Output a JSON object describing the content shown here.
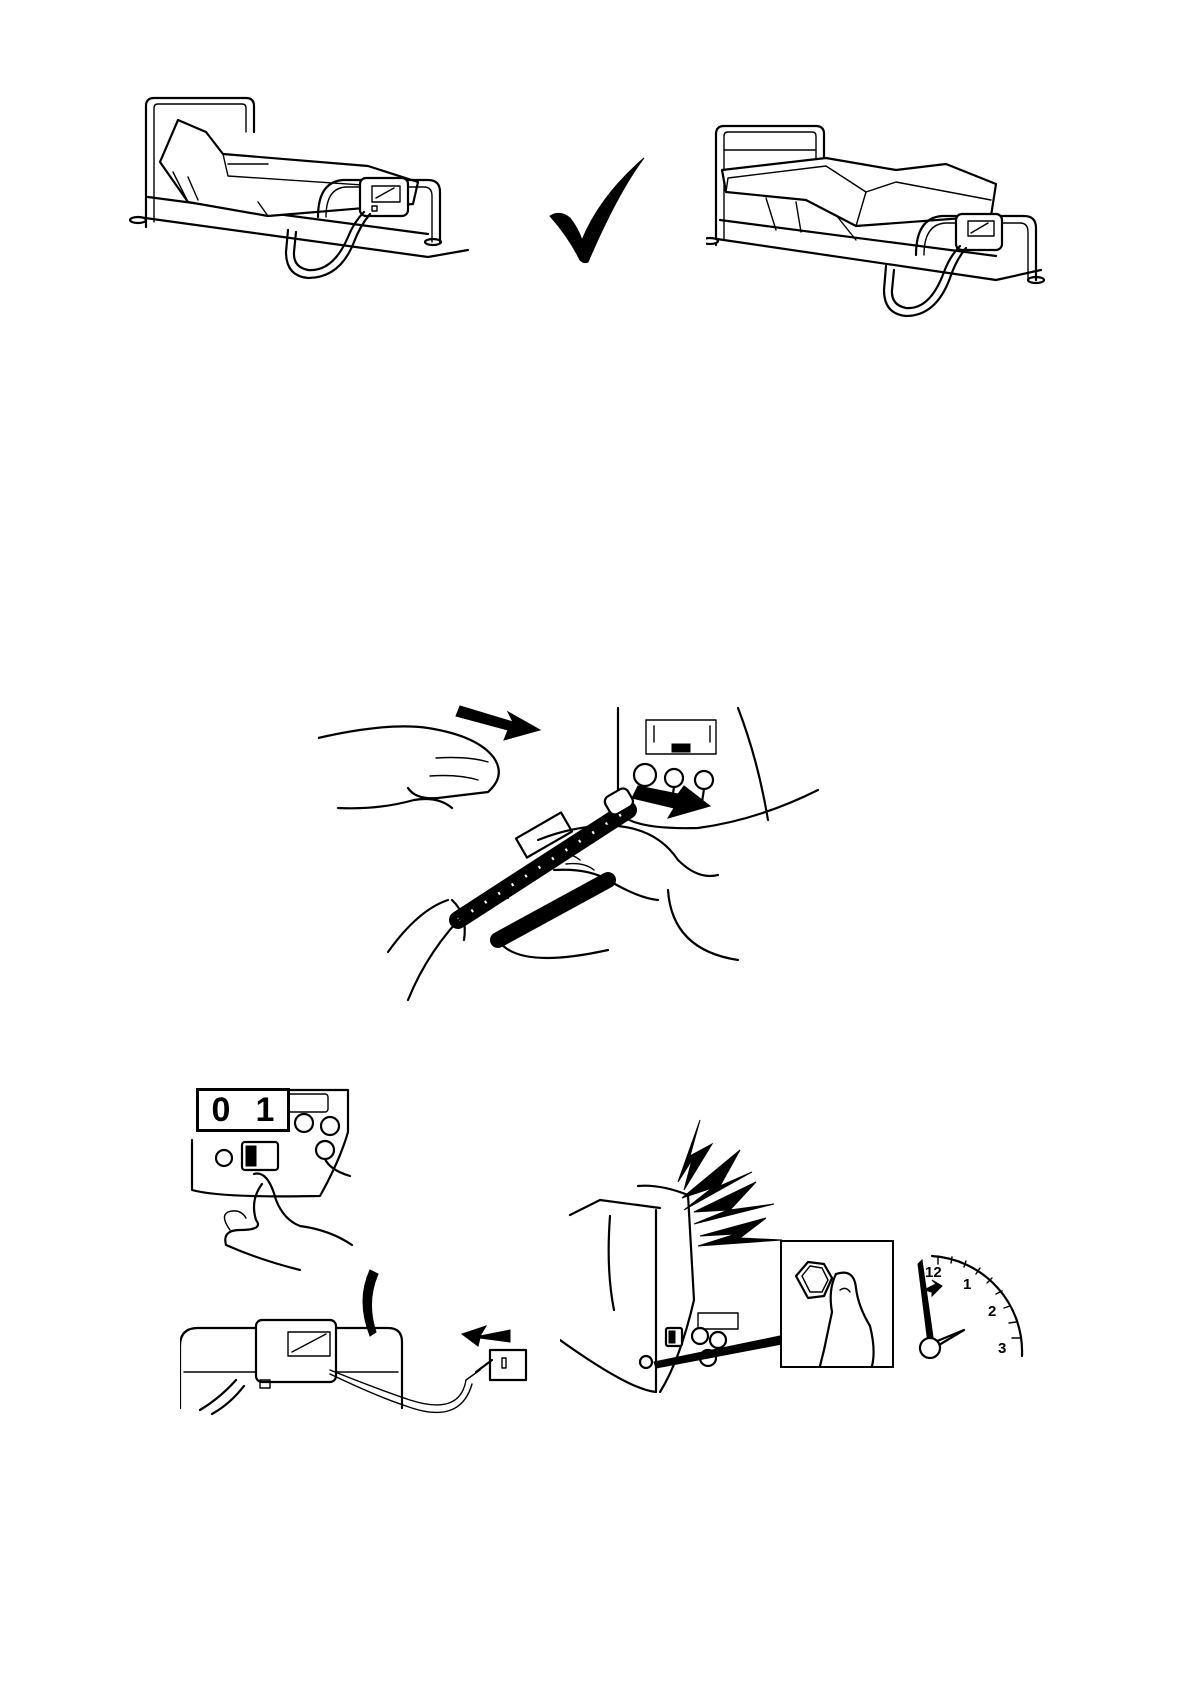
{
  "switch_indicator": {
    "off": "0",
    "on": "1"
  },
  "timer_dial": {
    "n12": "12",
    "n1": "1",
    "n2": "2",
    "n3": "3"
  },
  "icons": {
    "checkmark": "checkmark-icon",
    "push_arrow": "arrow-icon",
    "alarm": "lightning-icon"
  },
  "colors": {
    "ink": "#000000",
    "paper": "#ffffff"
  }
}
